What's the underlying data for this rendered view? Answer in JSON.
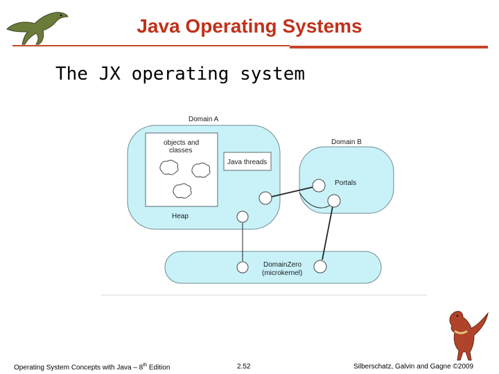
{
  "slide": {
    "title": "Java Operating Systems",
    "subtitle": "The JX operating system"
  },
  "diagram": {
    "domain_a_label": "Domain A",
    "domain_b_label": "Domain B",
    "objects_label_line1": "objects and",
    "objects_label_line2": "classes",
    "java_threads_label": "Java threads",
    "heap_label": "Heap",
    "portals_label": "Portals",
    "domain_zero_label_line1": "DomainZero",
    "domain_zero_label_line2": "(microkernel)"
  },
  "footer": {
    "left_prefix": "Operating System Concepts  with Java – 8",
    "left_sup": "th",
    "left_suffix": " Edition",
    "page": "2.52",
    "right": "Silberschatz, Galvin and Gagne ©2009"
  },
  "colors": {
    "accent": "#c0311a",
    "box_fill": "#c8f2f8",
    "box_stroke": "#6e8a90"
  }
}
